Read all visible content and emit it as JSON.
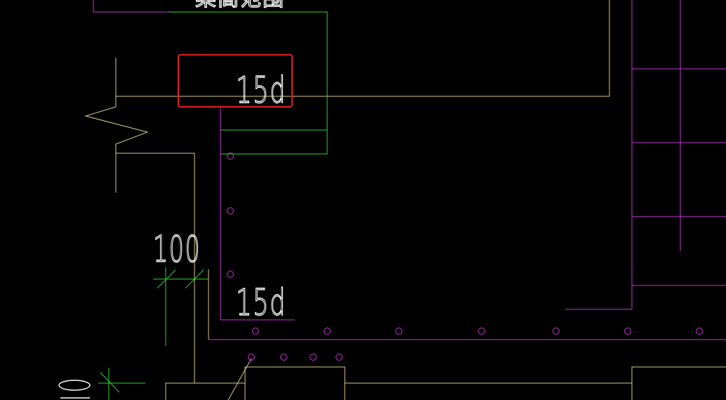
{
  "drawing": {
    "background": "#000000",
    "colors": {
      "yellow": "#d8c88a",
      "green": "#2fd42f",
      "magenta": "#c934d8",
      "white": "#ffffff",
      "highlight": "#e02020"
    },
    "labels": {
      "top_partial": "梁高范围",
      "anchor_upper": "15d",
      "anchor_lower": "15d",
      "dimension": "100"
    },
    "highlighted_label": "anchor_upper"
  }
}
